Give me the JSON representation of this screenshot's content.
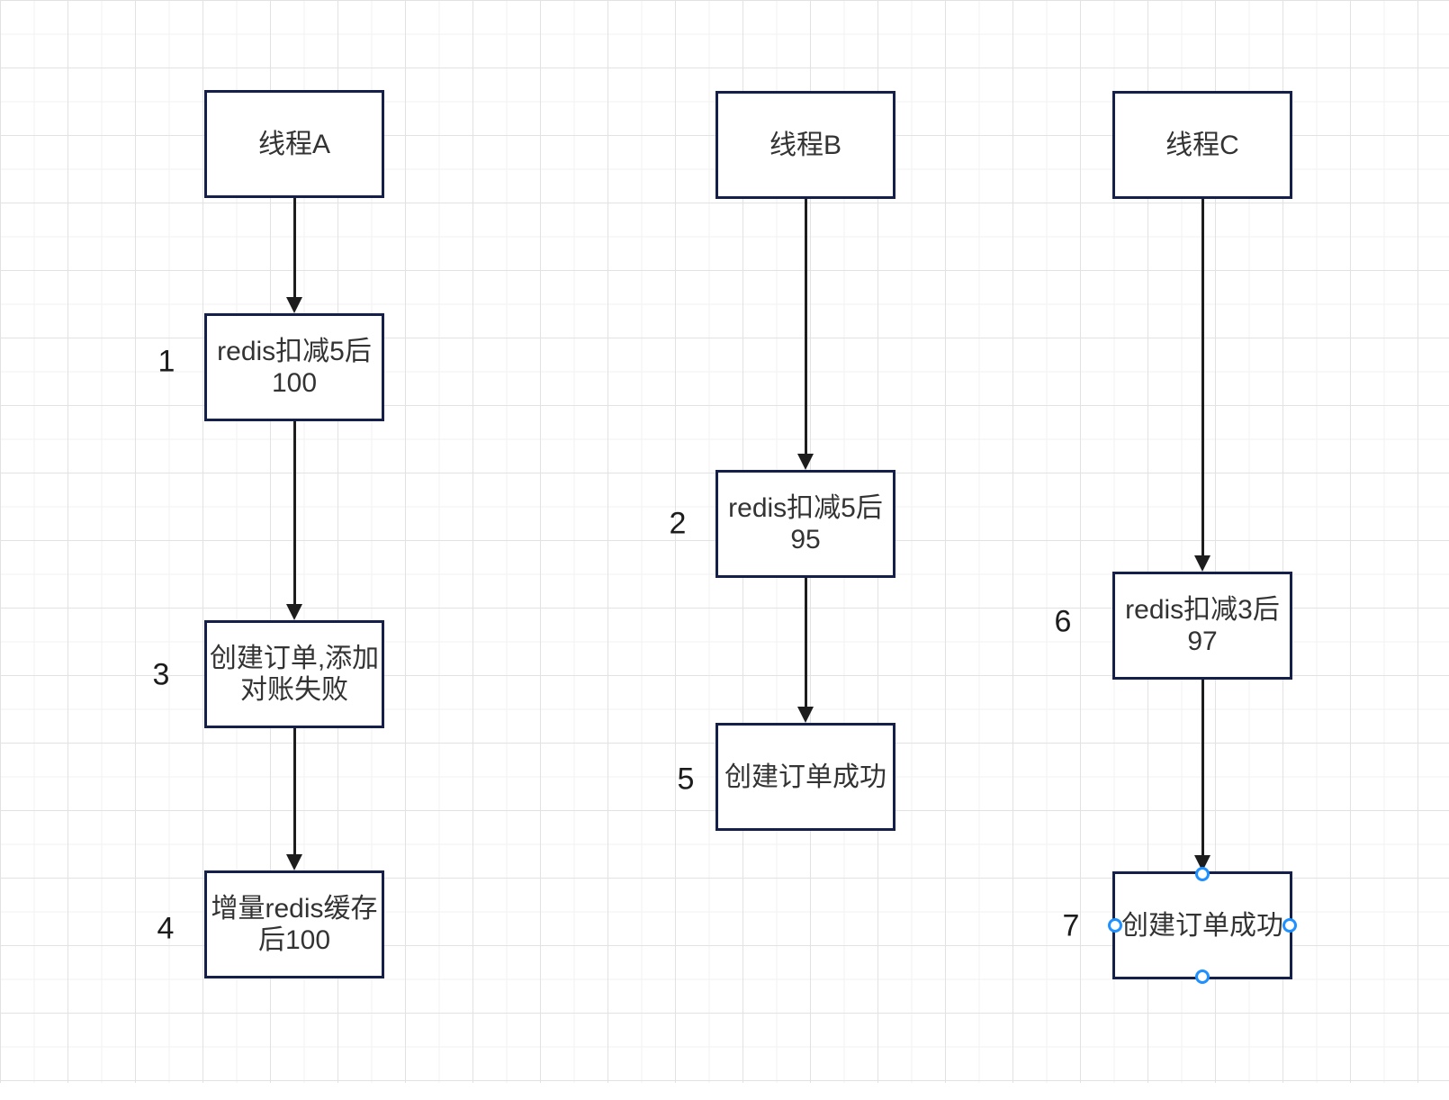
{
  "colors": {
    "canvas_background": "#ffffff",
    "grid_minor": "#f2f2f2",
    "grid_major": "#e2e2e2",
    "node_border": "#14204a",
    "node_fill": "#ffffff",
    "node_text": "#333333",
    "arrow": "#1d1d1d",
    "selection_handle": "#1e90ff"
  },
  "diagram": {
    "type": "flowchart",
    "lanes": [
      {
        "title": "线程A",
        "steps": [
          {
            "seq": "1",
            "label": "redis扣减5后\n100"
          },
          {
            "seq": "3",
            "label": "创建订单,添加\n对账失败"
          },
          {
            "seq": "4",
            "label": "增量redis缓存\n后100"
          }
        ]
      },
      {
        "title": "线程B",
        "steps": [
          {
            "seq": "2",
            "label": "redis扣减5后\n95"
          },
          {
            "seq": "5",
            "label": "创建订单成功"
          }
        ]
      },
      {
        "title": "线程C",
        "steps": [
          {
            "seq": "6",
            "label": "redis扣减3后\n97"
          },
          {
            "seq": "7",
            "label": "创建订单成功",
            "selected": true
          }
        ]
      }
    ]
  }
}
